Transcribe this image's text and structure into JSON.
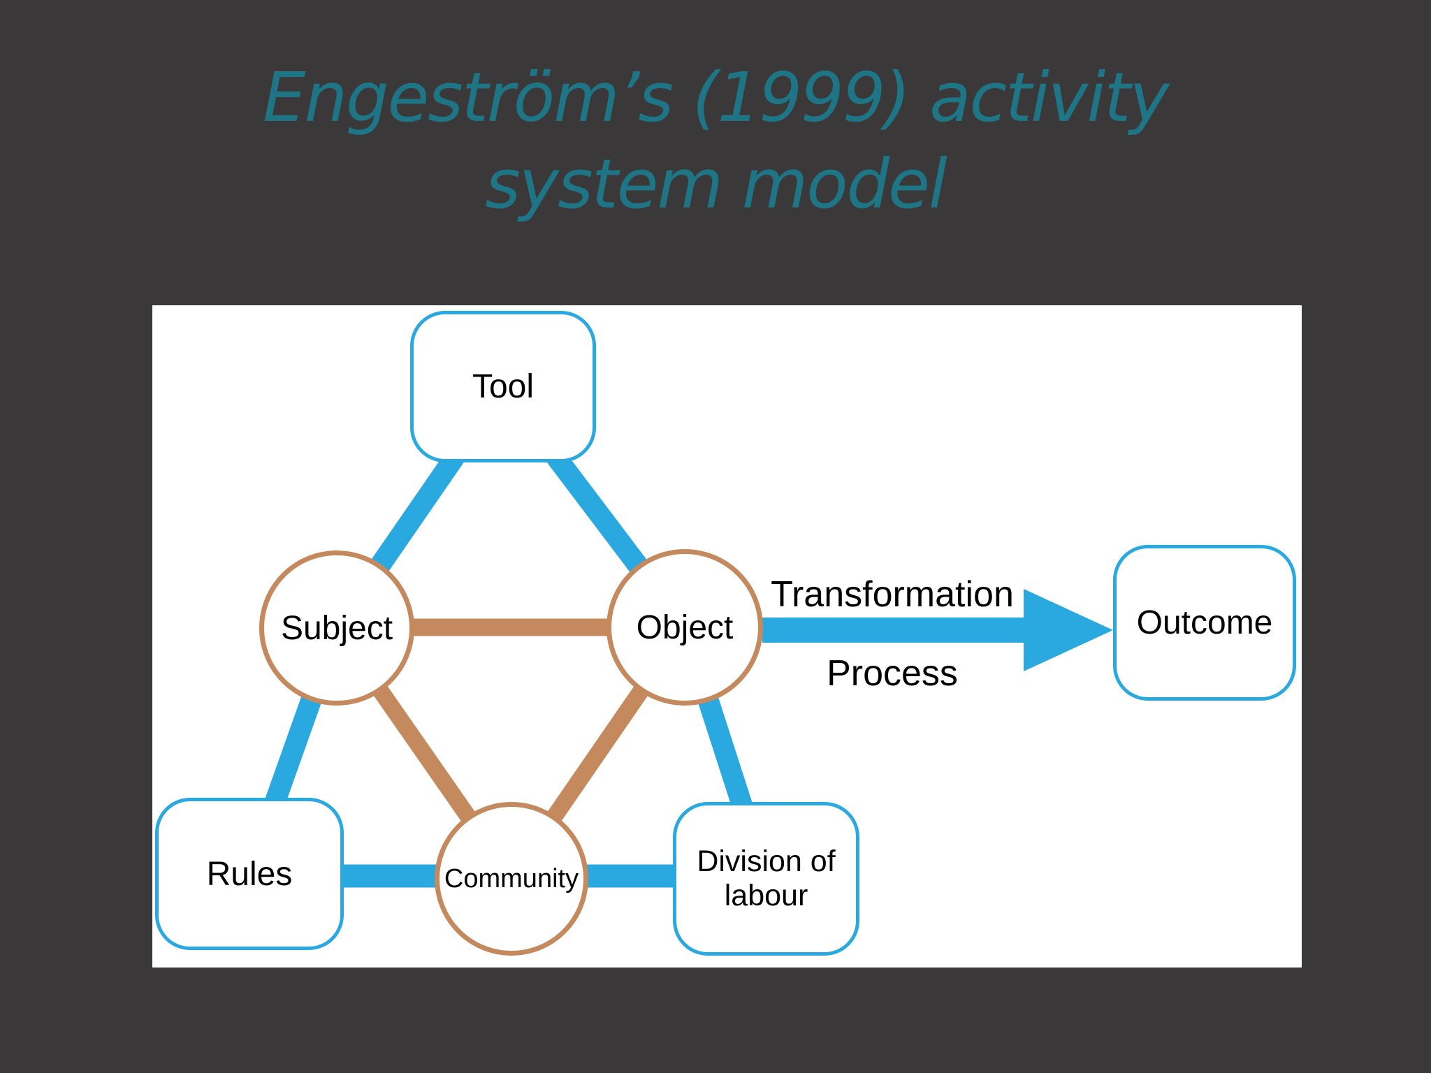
{
  "slide": {
    "title_line1": "Engeström’s (1999) activity",
    "title_line2": "system model"
  },
  "diagram": {
    "nodes": {
      "tool": {
        "label": "Tool",
        "shape": "rounded-box"
      },
      "subject": {
        "label": "Subject",
        "shape": "circle"
      },
      "object": {
        "label": "Object",
        "shape": "circle"
      },
      "rules": {
        "label": "Rules",
        "shape": "rounded-box"
      },
      "community": {
        "label": "Community",
        "shape": "circle"
      },
      "division": {
        "label": "Division of labour",
        "shape": "rounded-box"
      },
      "outcome": {
        "label": "Outcome",
        "shape": "rounded-box"
      }
    },
    "arrow": {
      "label_top": "Transformation",
      "label_bottom": "Process"
    },
    "colors": {
      "background": "#3a3839",
      "title_teal": "#1d7586",
      "link_blue": "#29a9e0",
      "link_brown": "#c48a5e",
      "panel_white": "#ffffff",
      "label_black": "#000000"
    }
  }
}
